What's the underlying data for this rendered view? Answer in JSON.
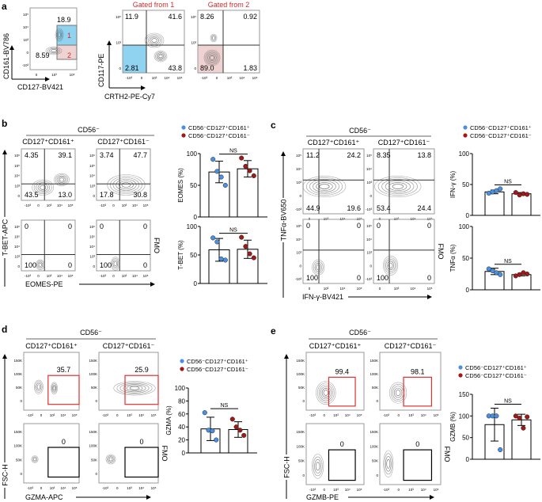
{
  "panel_labels": {
    "a": "a",
    "b": "b",
    "c": "c",
    "d": "d",
    "e": "e"
  },
  "colors": {
    "blue_gate": "#8fd3f0",
    "pink_gate": "#efd2d2",
    "red_text": "#d42a2a",
    "blue_point": "#4a90e2",
    "red_point": "#a01818",
    "gate_red": "#e03030",
    "contour": "#555555"
  },
  "legend": [
    "CD56⁻CD127⁺CD161⁺",
    "CD56⁻CD127⁺CD161⁻"
  ],
  "panel_a": {
    "gate_plot": {
      "ylabel": "CD161-BV786",
      "xlabel": "CD127-BV421",
      "yticks": [
        "10⁵",
        "10⁴",
        "10³",
        "0",
        "-10³"
      ],
      "xticks": [
        "0",
        "10³",
        "10⁵"
      ],
      "top_value": "18.9",
      "gate1": "1",
      "gate2": "2",
      "left_value": "8.59"
    },
    "ylabel": "CD117-PE",
    "xlabel": "CRTH2-PE-Cy7",
    "yticks": [
      "10⁵",
      "10³",
      "0"
    ],
    "xticks": [
      "-10³",
      "0",
      "10³",
      "10⁴",
      "10⁵"
    ],
    "subplots": [
      {
        "title": "Gated from 1",
        "q": [
          "11.9",
          "41.6",
          "2.81",
          "43.8"
        ]
      },
      {
        "title": "Gated from  2",
        "q": [
          "8.26",
          "0.92",
          "89.0",
          "1.83"
        ]
      }
    ]
  },
  "panel_b": {
    "group": "CD56⁻",
    "columns": [
      "CD127⁺CD161⁺",
      "CD127⁺CD161⁻"
    ],
    "fmo": "FMO",
    "ylabel": "T-BET-APC",
    "xlabel": "EOMES-PE",
    "yticks": [
      "10⁶",
      "10⁵",
      "10⁴",
      "10³",
      "0"
    ],
    "xticks": [
      "-10³",
      "0",
      "10³",
      "10⁴",
      "10⁵"
    ],
    "plots": [
      [
        "4.35",
        "39.1",
        "43.5",
        "13.0"
      ],
      [
        "3.74",
        "47.7",
        "17.8",
        "30.8"
      ],
      [
        "0",
        "0",
        "100",
        "0"
      ],
      [
        "0",
        "0",
        "100",
        "0"
      ]
    ]
  },
  "panel_c": {
    "group": "CD56⁻",
    "columns": [
      "CD127⁺CD161⁺",
      "CD127⁺CD161⁻"
    ],
    "fmo": "FMO",
    "ylabel": "TNFα-BV650",
    "xlabel": "IFN-γ-BV421",
    "yticks": [
      "10⁵",
      "10⁴",
      "10³",
      "0",
      "-10³"
    ],
    "xticks": [
      "0",
      "10³",
      "10⁴",
      "10⁵"
    ],
    "plots": [
      [
        "11.2",
        "24.2",
        "44.9",
        "19.6"
      ],
      [
        "8.35",
        "13.8",
        "53.4",
        "24.4"
      ],
      [
        "0",
        "0",
        "100",
        "0"
      ],
      [
        "0",
        "0",
        "100",
        "0"
      ]
    ]
  },
  "panel_d": {
    "group": "CD56⁻",
    "columns": [
      "CD127⁺CD161⁺",
      "CD127⁺CD161⁻"
    ],
    "fmo": "FMO",
    "ylabel": "FSC-H",
    "xlabel": "GZMA-APC",
    "yticks": [
      "150K",
      "100K",
      "50K",
      "0"
    ],
    "xticks": [
      "-10³",
      "0",
      "10³",
      "10⁴",
      "10⁵"
    ],
    "gates": [
      "35.7",
      "25.9",
      "0",
      "0"
    ]
  },
  "panel_e": {
    "group": "CD56⁻",
    "columns": [
      "CD127⁺CD161⁺",
      "CD127⁺CD161⁻"
    ],
    "fmo": "FMO",
    "ylabel": "FSC-H",
    "xlabel": "GZMB-PE",
    "yticks": [
      "150K",
      "100K",
      "50K",
      "0"
    ],
    "xticks": [
      "-10³",
      "0",
      "10³",
      "10⁴",
      "10⁵"
    ],
    "gates": [
      "99.4",
      "98.1",
      "0",
      "0"
    ]
  },
  "chart_data": [
    {
      "type": "bar",
      "panel": "b",
      "ylabel": "EOMES (%)",
      "ylim": [
        0,
        100
      ],
      "yticks": [
        "0",
        "50",
        "100"
      ],
      "annotation": "NS",
      "series": [
        {
          "name": "CD56⁻CD127⁺CD161⁺",
          "mean": 71,
          "sd": 17,
          "points": [
            91,
            72,
            63,
            50
          ]
        },
        {
          "name": "CD56⁻CD127⁺CD161⁻",
          "mean": 76,
          "sd": 13,
          "points": [
            93,
            80,
            73,
            65
          ]
        }
      ]
    },
    {
      "type": "bar",
      "panel": "b",
      "ylabel": "T-BET (%)",
      "ylim": [
        0,
        100
      ],
      "yticks": [
        "0",
        "50",
        "100"
      ],
      "annotation": "NS",
      "series": [
        {
          "name": "CD56⁻CD127⁺CD161⁺",
          "mean": 59,
          "sd": 20,
          "points": [
            80,
            73,
            43,
            41
          ]
        },
        {
          "name": "CD56⁻CD127⁺CD161⁻",
          "mean": 60,
          "sd": 16,
          "points": [
            81,
            65,
            52,
            45
          ]
        }
      ]
    },
    {
      "type": "bar",
      "panel": "c",
      "ylabel": "IFN-γ (%)",
      "ylim": [
        0,
        100
      ],
      "yticks": [
        "0",
        "50",
        "100"
      ],
      "annotation": "NS",
      "series": [
        {
          "name": "CD56⁻CD127⁺CD161⁺",
          "mean": 38,
          "sd": 3,
          "points": [
            36,
            38,
            40,
            43
          ]
        },
        {
          "name": "CD56⁻CD127⁺CD161⁻",
          "mean": 35,
          "sd": 2,
          "points": [
            37,
            33,
            35,
            34
          ]
        }
      ]
    },
    {
      "type": "bar",
      "panel": "c",
      "ylabel": "TNFα (%)",
      "ylim": [
        0,
        100
      ],
      "yticks": [
        "0",
        "50",
        "100"
      ],
      "annotation": "NS",
      "series": [
        {
          "name": "CD56⁻CD127⁺CD161⁺",
          "mean": 29,
          "sd": 5,
          "points": [
            33,
            30,
            27,
            24
          ]
        },
        {
          "name": "CD56⁻CD127⁺CD161⁻",
          "mean": 24,
          "sd": 2,
          "points": [
            22,
            24,
            27,
            25
          ]
        }
      ]
    },
    {
      "type": "bar",
      "panel": "d",
      "ylabel": "GZMA (%)",
      "ylim": [
        0,
        100
      ],
      "yticks": [
        "0",
        "20",
        "40",
        "60",
        "80",
        "100"
      ],
      "annotation": "NS",
      "series": [
        {
          "name": "CD56⁻CD127⁺CD161⁺",
          "mean": 37,
          "sd": 18,
          "points": [
            62,
            35,
            34,
            20
          ]
        },
        {
          "name": "CD56⁻CD127⁺CD161⁻",
          "mean": 36,
          "sd": 12,
          "points": [
            52,
            40,
            35,
            27
          ]
        }
      ]
    },
    {
      "type": "bar",
      "panel": "e",
      "ylabel": "GZMB (%)",
      "ylim": [
        0,
        150
      ],
      "yticks": [
        "0",
        "50",
        "100",
        "150"
      ],
      "annotation": "NS",
      "series": [
        {
          "name": "CD56⁻CD127⁺CD161⁺",
          "mean": 80,
          "sd": 38,
          "points": [
            100,
            100,
            100,
            22
          ]
        },
        {
          "name": "CD56⁻CD127⁺CD161⁻",
          "mean": 91,
          "sd": 13,
          "points": [
            100,
            95,
            72,
            98
          ]
        }
      ]
    }
  ]
}
